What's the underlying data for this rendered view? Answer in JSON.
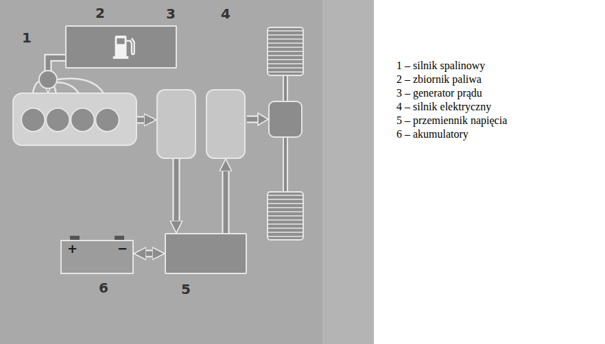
{
  "diagram": {
    "nodes": [
      {
        "text": [
          "1"
        ]
      },
      {
        "text": [
          "2"
        ]
      },
      {
        "text": [
          "3"
        ]
      },
      {
        "text": [
          "4"
        ]
      },
      {
        "text": [
          "5"
        ]
      },
      {
        "text": [
          "6"
        ]
      }
    ],
    "edges": [
      {
        "from": 1,
        "to": 0,
        "arrow": "to"
      },
      {
        "from": 0,
        "to": 2,
        "arrow": "to"
      },
      {
        "from": 2,
        "to": 4,
        "arrow": "to"
      },
      {
        "from": 4,
        "to": 3,
        "arrow": "to"
      },
      {
        "from": 5,
        "to": 4,
        "arrow": "both"
      }
    ],
    "labels": [
      "+",
      "−",
      "1 – silnik spalinowy",
      "2 – zbiornik paliwa",
      "3 – generator prądu",
      "4 – silnik elektryczny",
      "5 – przemiennik napięcia",
      "6 – akumulatory"
    ]
  }
}
